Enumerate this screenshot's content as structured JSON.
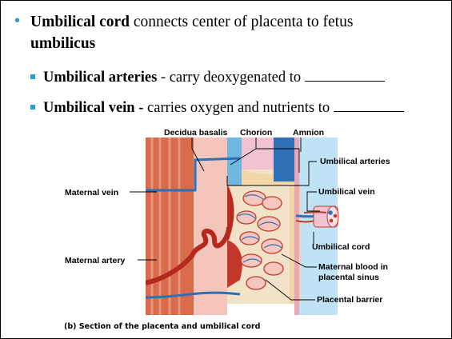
{
  "slide": {
    "bullet1": {
      "term": "Umbilical cord",
      "text": " connects center of placenta to fetus ",
      "term2": "umbilicus"
    },
    "sub1": {
      "term": "Umbilical arteries",
      "text": " - carry deoxygenated to "
    },
    "sub2": {
      "term": "Umbilical vein -",
      "text": " carries oxygen and nutrients to "
    }
  },
  "figure": {
    "labels": {
      "decidua_basalis": "Decidua basalis",
      "chorion": "Chorion",
      "amnion": "Amnion",
      "maternal_vein": "Maternal vein",
      "maternal_artery": "Maternal artery",
      "umbilical_arteries": "Umbilical arteries",
      "umbilical_vein": "Umbilical vein",
      "umbilical_cord": "Umbilical cord",
      "maternal_blood_1": "Maternal blood in",
      "maternal_blood_2": "placental sinus",
      "placental_barrier": "Placental barrier"
    },
    "caption": "(b) Section of the placenta and umbilical cord"
  }
}
